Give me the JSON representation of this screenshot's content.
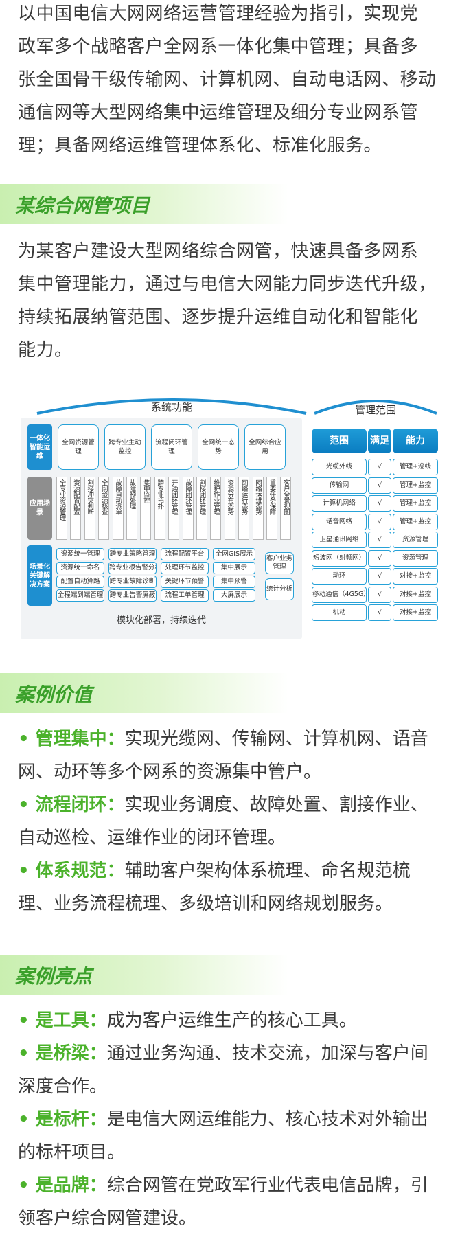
{
  "intro": {
    "lines": [
      "以中国电信大网网络运营管理经验为指引，实现党",
      "政军多个战略客户全网系一体化集中管理；具备多",
      "张全国骨干级传输网、计算机网、自动电话网、移动",
      "通信网等大型网络集中运维管理及细分专业网系管",
      "理；具备网络运维管理体系化、标准化服务。"
    ]
  },
  "project": {
    "heading": "某综合网管项目",
    "lines": [
      "为某客户建设大型网络综合网管，快速具备多网系",
      "集中管理能力，通过与电信大网能力同步迭代升级，",
      "持续拓展纳管范围、逐步提升运维自动化和智能化",
      "能力。"
    ]
  },
  "diagram": {
    "system_title": "系统功能",
    "mgmt_title": "管理范围",
    "row_labels": [
      "一体化智能运维",
      "应用场景",
      "场景化关键解决方案"
    ],
    "top_boxes": [
      "全网资源管理",
      "跨专业主动监控",
      "流程闭环管理",
      "全网统一态势",
      "全网综合应用"
    ],
    "scenarios": [
      "全专业资源管理",
      "资源配置配置",
      "割接冲突判断",
      "全网资源核查",
      "故障自动派单",
      "故障预处理",
      "集中监控",
      "跨专业拓扑",
      "开通闭环管理",
      "故障闭环管理",
      "割接闭环管理",
      "维护作业管理",
      "资源分布态势",
      "网络运行态势",
      "网络运维态势",
      "重要任务保障",
      "客户全景视图"
    ],
    "solutions": [
      [
        "资源统一管理",
        "跨专业策略管理",
        "流程配置平台",
        "全网GIS展示"
      ],
      [
        "资源统一命名",
        "跨专业根告警分析",
        "处理环节监控",
        "集中展示"
      ],
      [
        "配置自动算路",
        "跨专业故障诊断",
        "关键环节预警",
        "集中预警"
      ],
      [
        "全程端到端管理",
        "跨专业告警屏蔽",
        "流程工单管理",
        "大屏展示"
      ]
    ],
    "solution_side": [
      "客户业务管理",
      "统计分析"
    ],
    "bottom_caption": "模块化部署，持续迭代",
    "mgmt_headers": [
      "范围",
      "满足",
      "能力"
    ],
    "mgmt_rows": [
      [
        "光缆外线",
        "√",
        "管理+巡线"
      ],
      [
        "传输网",
        "√",
        "管理+监控"
      ],
      [
        "计算机网络",
        "√",
        "管理+监控"
      ],
      [
        "话音网络",
        "√",
        "管理+监控"
      ],
      [
        "卫星通讯网络",
        "√",
        "资源管理"
      ],
      [
        "短波网（射频网）",
        "√",
        "资源管理"
      ],
      [
        "动环",
        "√",
        "对接+监控"
      ],
      [
        "移动通信（4G5G）",
        "√",
        "对接+监控"
      ],
      [
        "机动",
        "√",
        "对接+监控"
      ]
    ],
    "colors": {
      "accent_blue": "#0a7cc0",
      "box_border": "#27a2d8",
      "green": "#4bb22b"
    }
  },
  "value": {
    "heading": "案例价值",
    "items": [
      {
        "key": "管理集中：",
        "text": "实现光缆网、传输网、计算机网、语音网、动环等多个网系的资源集中管户。"
      },
      {
        "key": "流程闭环：",
        "text": "实现业务调度、故障处置、割接作业、自动巡检、运维作业的闭环管理。"
      },
      {
        "key": "体系规范：",
        "text": "辅助客户架构体系梳理、命名规范梳理、业务流程梳理、多级培训和网络规划服务。"
      }
    ]
  },
  "highlights": {
    "heading": "案例亮点",
    "items": [
      {
        "key": "是工具：",
        "text": "成为客户运维生产的核心工具。"
      },
      {
        "key": "是桥梁：",
        "text": "通过业务沟通、技术交流，加深与客户间深度合作。"
      },
      {
        "key": "是标杆：",
        "text": "是电信大网运维能力、核心技术对外输出的标杆项目。"
      },
      {
        "key": "是品牌：",
        "text": "综合网管在党政军行业代表电信品牌，引领客户综合网管建设。"
      }
    ]
  }
}
